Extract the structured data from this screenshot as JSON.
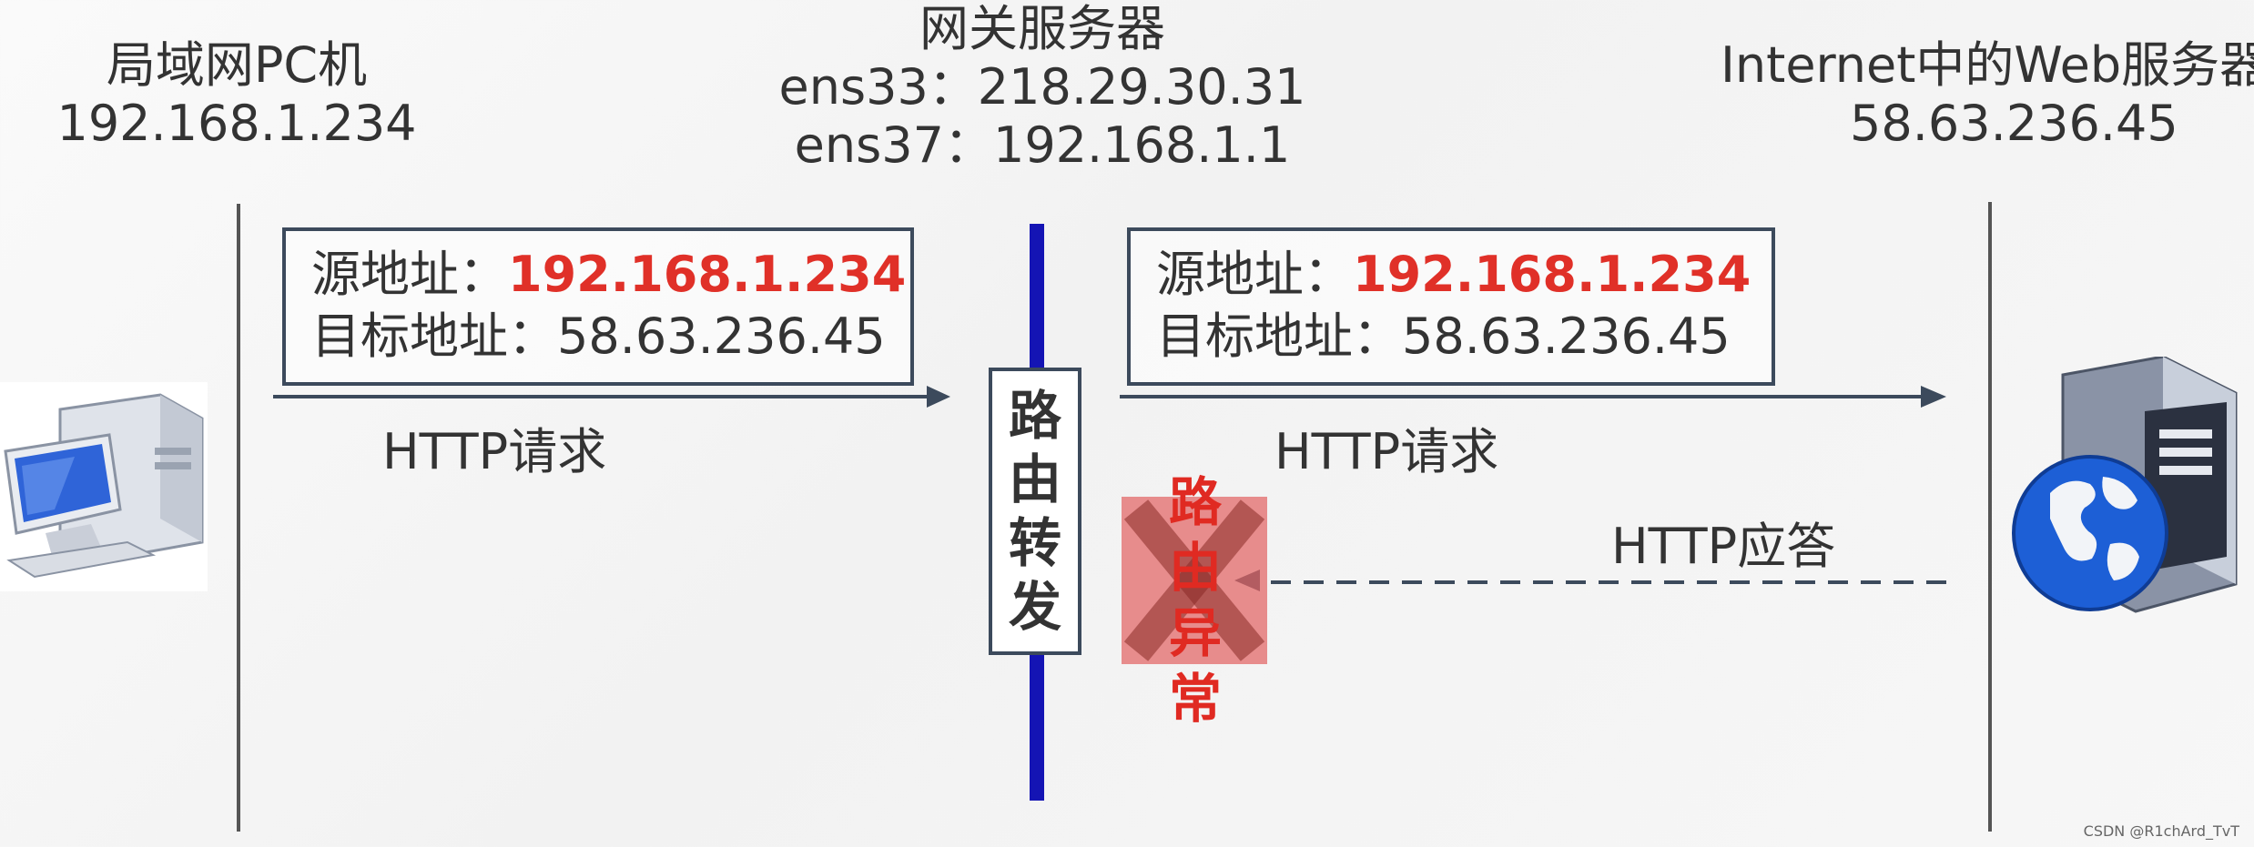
{
  "lan_pc": {
    "title": "局域网PC机",
    "ip": "192.168.1.234"
  },
  "gateway": {
    "title": "网关服务器",
    "ens33": "ens33：218.29.30.31",
    "ens37": "ens37：192.168.1.1"
  },
  "web_server": {
    "title": "Internet中的Web服务器",
    "ip": "58.63.236.45"
  },
  "packet_left": {
    "src_label": "源地址：",
    "src_value": "192.168.1.234",
    "dst_line": "目标地址：58.63.236.45"
  },
  "packet_right": {
    "src_label": "源地址：",
    "src_value": "192.168.1.234",
    "dst_line": "目标地址：58.63.236.45"
  },
  "request_left_label": "HTTP请求",
  "request_right_label": "HTTP请求",
  "response_label": "HTTP应答",
  "router_label": "路由转发",
  "routing_failure_label": "路由异常",
  "footer": "CSDN @R1chArd_TvT",
  "colors": {
    "highlight": "#e03028",
    "gateway_bar": "#1414b4",
    "failure": "#e26464"
  },
  "icons": {
    "pc": "desktop-computer-icon",
    "server": "server-globe-icon"
  }
}
